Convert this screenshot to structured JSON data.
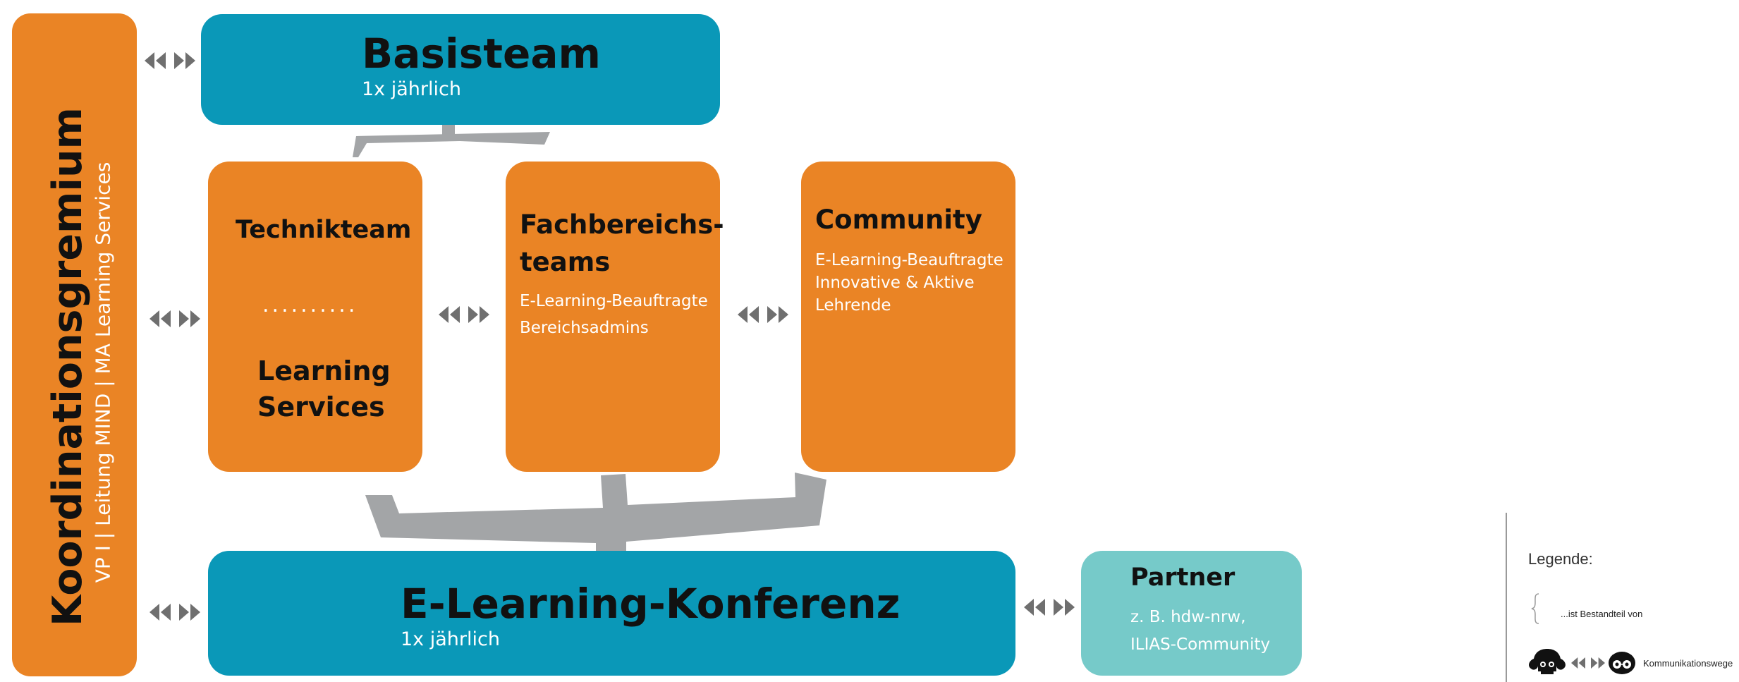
{
  "colors": {
    "orange": "#ea8425",
    "blue": "#0a98b8",
    "teal": "#76cac9",
    "connector": "#a3a5a7",
    "arrow": "#6f6f6f"
  },
  "koordination": {
    "title": "Koordinationsgremium",
    "subtitle": "VP I | Leitung MIND | MA Learning Services"
  },
  "basisteam": {
    "title": "Basisteam",
    "frequency": "1x jährlich"
  },
  "technikteam": {
    "title": "Technikteam",
    "dots": "..........",
    "learning_services_line1": "Learning",
    "learning_services_line2": "Services"
  },
  "fachbereich": {
    "title_line1": "Fachbereichs-",
    "title_line2": "teams",
    "line1": "E-Learning-Beauftragte",
    "line2": "Bereichsadmins"
  },
  "community": {
    "title": "Community",
    "line1": "E-Learning-Beauftragte",
    "line2": "Innovative & Aktive",
    "line3": "Lehrende"
  },
  "konferenz": {
    "title": "E-Learning-Konferenz",
    "frequency": "1x jährlich"
  },
  "partner": {
    "title": "Partner",
    "line1": "z. B. hdw-nrw,",
    "line2": "ILIAS-Community"
  },
  "legend": {
    "title": "Legende:",
    "part_of": "...ist Bestandteil von",
    "communication": "Kommunikationswege",
    "bracket_icon": "curly-bracket-icon",
    "face_left_icon": "face-with-braids-icon",
    "face_right_icon": "face-with-glasses-icon"
  }
}
